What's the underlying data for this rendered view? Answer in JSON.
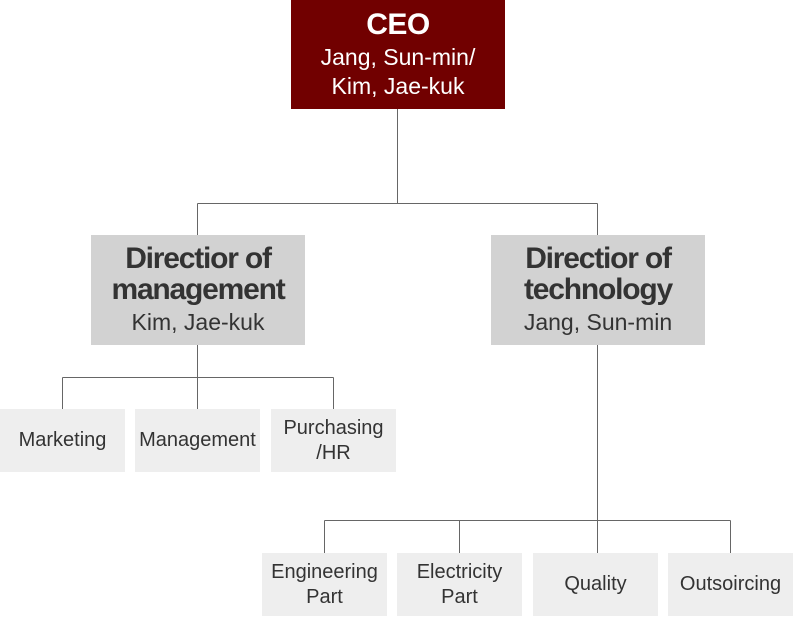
{
  "ceo": {
    "title": "CEO",
    "name_line1": "Jang, Sun-min/",
    "name_line2": "Kim, Jae-kuk"
  },
  "directors": {
    "management": {
      "title_line1": "Directior of",
      "title_line2": "management",
      "name": "Kim, Jae-kuk"
    },
    "technology": {
      "title_line1": "Directior of",
      "title_line2": "technology",
      "name": "Jang, Sun-min"
    }
  },
  "management_departments": [
    {
      "line1": "Marketing",
      "line2": ""
    },
    {
      "line1": "Management",
      "line2": ""
    },
    {
      "line1": "Purchasing",
      "line2": "/HR"
    }
  ],
  "technology_departments": [
    {
      "line1": "Engineering",
      "line2": "Part"
    },
    {
      "line1": "Electricity",
      "line2": "Part"
    },
    {
      "line1": "Quality",
      "line2": ""
    },
    {
      "line1": "Outsoircing",
      "line2": ""
    }
  ],
  "colors": {
    "ceo_bg": "#710000",
    "director_bg": "#d2d2d2",
    "department_bg": "#eeeeee",
    "connector": "#666666"
  }
}
